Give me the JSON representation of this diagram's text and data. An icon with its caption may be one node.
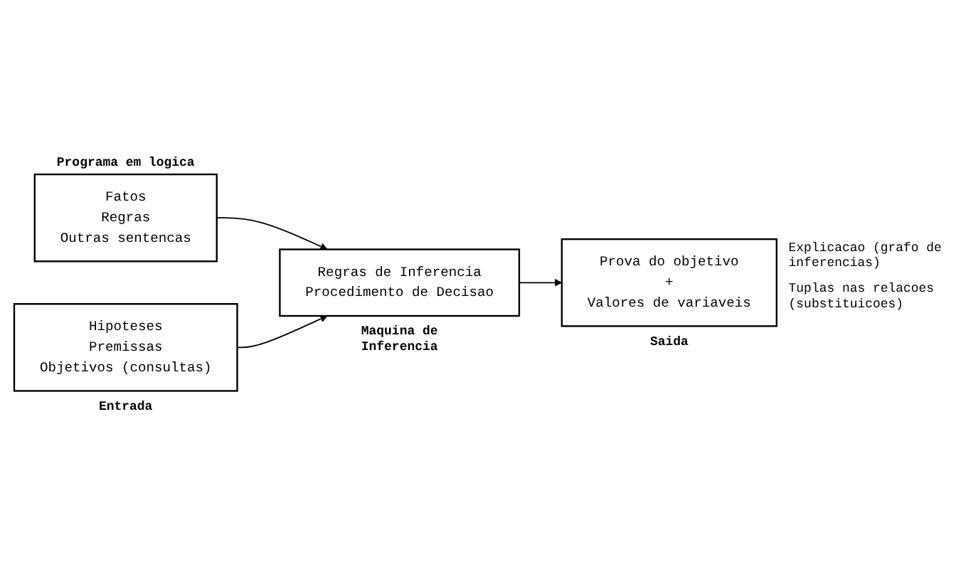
{
  "diagram": {
    "nodes": [
      {
        "text": [
          "Fatos",
          "Regras",
          "Outras sentencas"
        ],
        "beside": [
          "Programa em logica"
        ]
      },
      {
        "text": [
          "Hipoteses",
          "Premissas",
          "Objetivos (consultas)"
        ],
        "beside": [
          "Entrada"
        ]
      },
      {
        "text": [
          "Regras de Inferencia",
          "Procedimento de Decisao"
        ],
        "beside": [
          "Maquina de Inferencia"
        ]
      },
      {
        "text": [
          "Prova do objetivo",
          "+",
          "Valores de variaveis"
        ],
        "beside": [
          "Explicacao (grafo de inferencias)",
          "Tuplas nas relacoes (substituicoes)",
          "Saida"
        ]
      }
    ],
    "edges": [
      {
        "from": 0,
        "to": 2,
        "arrow": "to"
      },
      {
        "from": 1,
        "to": 2,
        "arrow": "to"
      },
      {
        "from": 2,
        "to": 3,
        "arrow": "to"
      }
    ]
  }
}
